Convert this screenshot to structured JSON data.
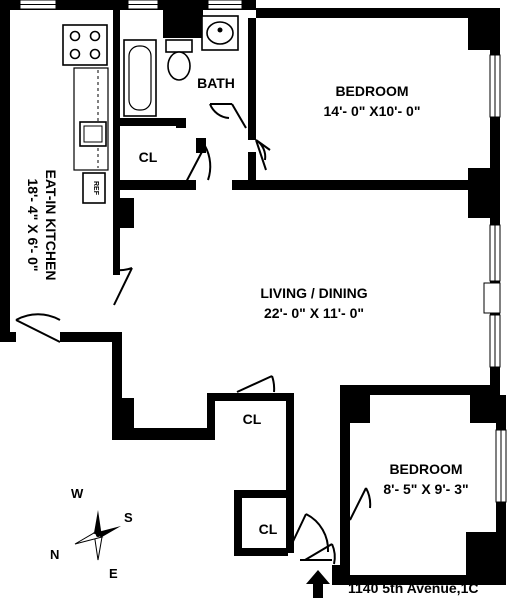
{
  "rooms": {
    "bath": {
      "name": "BATH"
    },
    "bedroom1": {
      "name": "BEDROOM",
      "dims": "14'- 0\" X10'- 0\""
    },
    "kitchen": {
      "name": "EAT-IN KITCHEN",
      "dims": "18'- 4\" X 6'- 0\""
    },
    "living": {
      "name": "LIVING / DINING",
      "dims": "22'- 0\" X 11'- 0\""
    },
    "bedroom2": {
      "name": "BEDROOM",
      "dims": "8'- 5\" X 9'- 3\""
    },
    "closet_top": {
      "name": "CL"
    },
    "closet_mid": {
      "name": "CL"
    },
    "closet_entry": {
      "name": "CL"
    }
  },
  "fixtures": {
    "refrigerator": "REF"
  },
  "compass": {
    "w": "W",
    "s": "S",
    "n": "N",
    "e": "E"
  },
  "address": "1140 5th Avenue,1C"
}
